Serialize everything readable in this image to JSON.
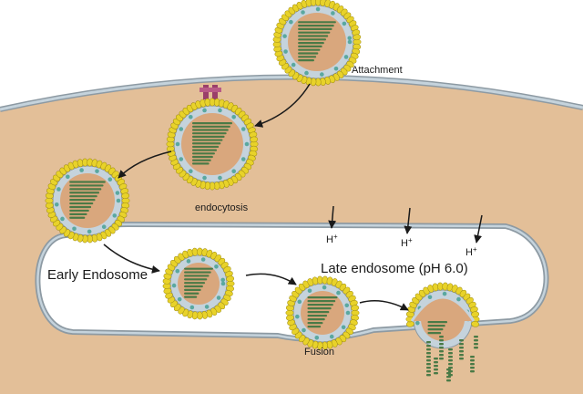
{
  "labels": {
    "attachment": "Attachment",
    "endocytosis": "endocytosis",
    "early_endosome": "Early Endosome",
    "late_endosome": "Late endosome (pH 6.0)",
    "fusion": "Fusion",
    "proton": "H",
    "proton_charge": "+"
  },
  "colors": {
    "outside": "#ffffff",
    "cytoplasm": "#e3bf98",
    "endosome_lumen": "#ffffff",
    "membrane_fill": "#c5d3dc",
    "membrane_stroke": "#8d9aa3",
    "lipid_head": "#e8d22a",
    "lipid_head_stroke": "#9c8a10",
    "glycoprotein": "#5aa8a0",
    "virion_interior": "#d9a77d",
    "nucleocapsid": "#4a7a46",
    "receptor": "#9a3f6a",
    "arrow": "#1a1a1a"
  },
  "icons": [
    "virion-icon",
    "receptor-icon",
    "proton-arrow-icon",
    "nucleocapsid-icon"
  ]
}
